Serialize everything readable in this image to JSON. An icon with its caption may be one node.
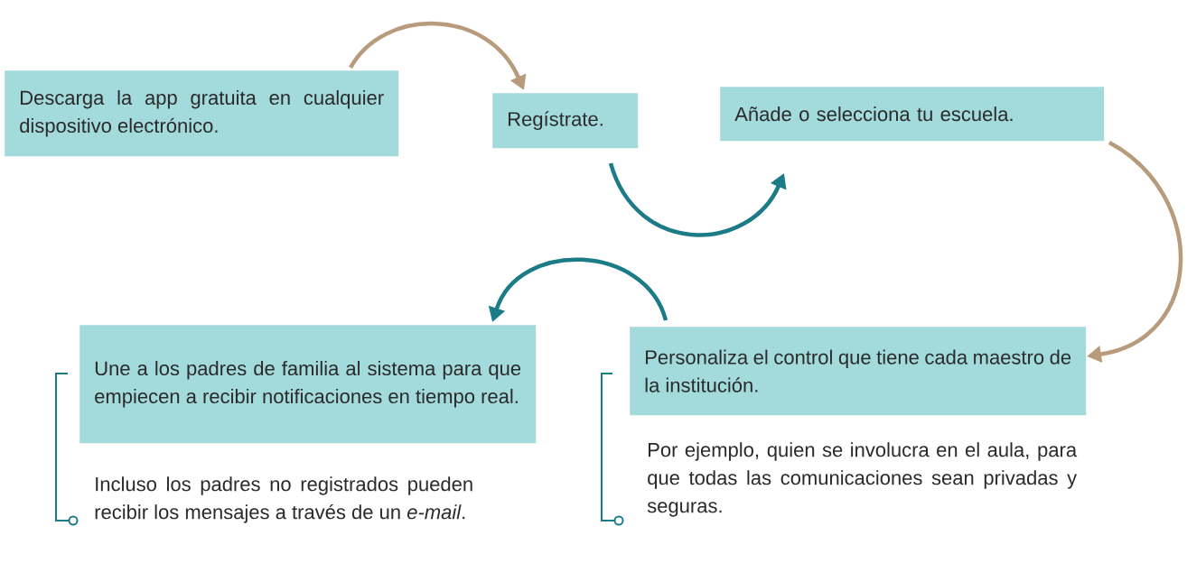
{
  "diagram": {
    "nodes": [
      {
        "text": [
          "Descarga la app gratuita en cualquier dispositivo electrónico."
        ]
      },
      {
        "text": [
          "Regístrate."
        ]
      },
      {
        "text": [
          "Añade o selecciona tu escuela."
        ]
      },
      {
        "text": [
          "Une a los padres de familia al sistema para que empiecen a recibir notificaciones en tiempo real."
        ],
        "beside": [
          "Incluso los padres no registrados pueden recibir los mensajes a través de un *e-mail*."
        ]
      },
      {
        "text": [
          "Personaliza el control que tiene cada maestro de la institución."
        ],
        "beside": [
          "Por ejemplo, quien se involucra en el aula, para que todas las comunicaciones sean privadas y seguras."
        ]
      }
    ],
    "edges": [
      {
        "from": 0,
        "to": 1,
        "arrow": "to",
        "color": "#b89b7c"
      },
      {
        "from": 1,
        "to": 2,
        "arrow": "to",
        "color": "#1b7c88"
      },
      {
        "from": 2,
        "to": 4,
        "arrow": "to",
        "color": "#b89b7c"
      },
      {
        "from": 4,
        "to": 3,
        "arrow": "to",
        "color": "#1b7c88"
      }
    ]
  }
}
